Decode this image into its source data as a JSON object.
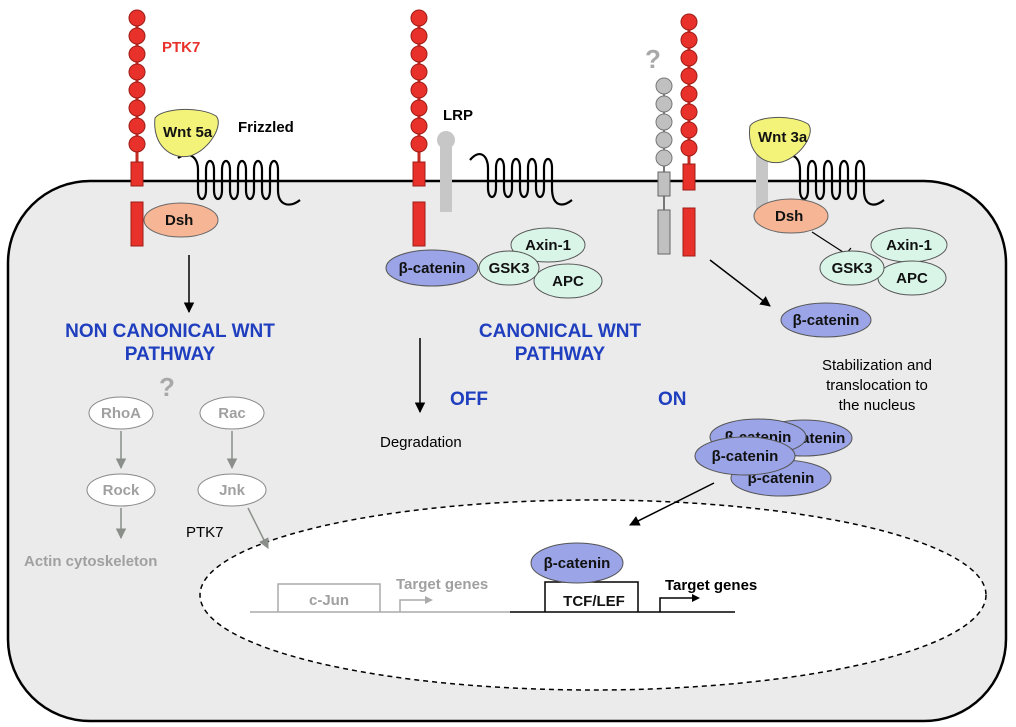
{
  "labels": {
    "ptk7_top": "PTK7",
    "wnt5a": "Wnt 5a",
    "frizzled": "Frizzled",
    "dsh_left": "Dsh",
    "lrp": "LRP",
    "wnt3a": "Wnt 3a",
    "dsh_right": "Dsh",
    "question_top": "?",
    "question_mid": "?",
    "non_canonical_line1": "NON CANONICAL WNT",
    "non_canonical_line2": "PATHWAY",
    "canonical_line1": "CANONICAL WNT",
    "canonical_line2": "PATHWAY",
    "off": "OFF",
    "on": "ON",
    "degradation": "Degradation",
    "stabilization_line1": "Stabilization and",
    "stabilization_line2": "translocation to",
    "stabilization_line3": "the nucleus",
    "rhoa": "RhoA",
    "rac": "Rac",
    "rock": "Rock",
    "jnk": "Jnk",
    "actin": "Actin  cytoskeleton",
    "ptk7_lower": "PTK7",
    "c_jun": "c-Jun",
    "target_genes_grey": "Target genes",
    "target_genes_black": "Target genes",
    "tcf_lef": "TCF/LEF",
    "axin1_mid": "Axin-1",
    "gsk3_mid": "GSK3",
    "apc_mid": "APC",
    "bcatenin_mid": "β-catenin",
    "axin1_right": "Axin-1",
    "gsk3_right": "GSK3",
    "apc_right": "APC",
    "bcatenin_free": "β-catenin",
    "bcatenin_stack_1": "β-catenin",
    "bcatenin_stack_2": "β-catenin",
    "bcatenin_stack_3": "β-catenin",
    "bcatenin_stack_4": "β-catenin",
    "bcatenin_nucleus": "β-catenin"
  },
  "colors": {
    "ptk7_red": "#e8312a",
    "pathway_blue": "#1f3fbf",
    "beta_catenin": "#9aa4e6",
    "complex_green": "#d9f5e8",
    "dsh_peach": "#f6b594",
    "wnt_yellow": "#f3f37a",
    "lrp_grey": "#c7c7c7",
    "cell_fill": "#ebebeb",
    "inactive_grey": "#a0a0a0"
  }
}
